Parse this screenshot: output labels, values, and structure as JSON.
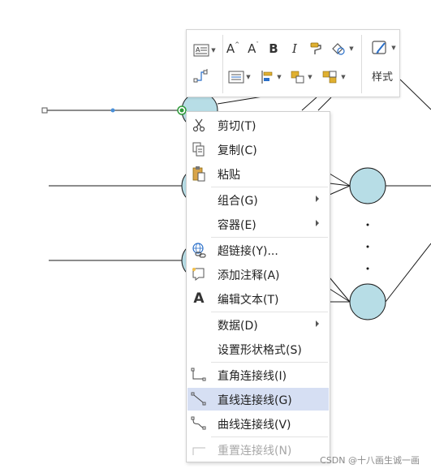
{
  "toolbar": {
    "bold_label": "B",
    "italic_label": "I",
    "style_label": "样式",
    "font_grow_label": "A",
    "font_shrink_label": "A"
  },
  "menu": {
    "items": [
      {
        "label": "剪切(T)",
        "icon": "scissors-icon"
      },
      {
        "label": "复制(C)",
        "icon": "copy-icon"
      },
      {
        "label": "粘贴",
        "icon": "paste-icon"
      },
      {
        "label": "组合(G)",
        "submenu": true
      },
      {
        "label": "容器(E)",
        "submenu": true
      },
      {
        "label": "超链接(Y)...",
        "icon": "hyperlink-icon"
      },
      {
        "label": "添加注释(A)",
        "icon": "comment-icon"
      },
      {
        "label": "编辑文本(T)",
        "icon": "edit-text-icon",
        "icon_text": "A"
      },
      {
        "label": "数据(D)",
        "submenu": true
      },
      {
        "label": "设置形状格式(S)"
      },
      {
        "label": "直角连接线(I)",
        "icon": "right-angle-connector-icon"
      },
      {
        "label": "直线连接线(G)",
        "icon": "straight-connector-icon",
        "highlighted": true
      },
      {
        "label": "曲线连接线(V)",
        "icon": "curved-connector-icon"
      },
      {
        "label": "重置连接线(N)",
        "icon": "reset-connector-icon",
        "disabled": true
      }
    ]
  },
  "diagram": {
    "dots": "·"
  },
  "watermark": "CSDN @十八画生诚一画",
  "colors": {
    "node_fill": "#b7dde6",
    "node_stroke": "#1a1a1a",
    "highlight": "#d6dff3",
    "selection_handle": "#2e9a3a"
  }
}
